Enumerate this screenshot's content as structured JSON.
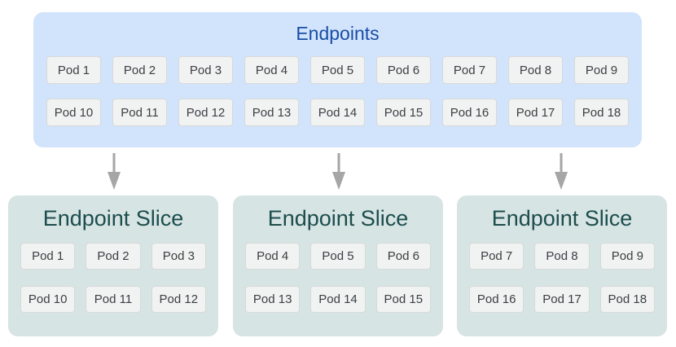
{
  "colors": {
    "page_bg": "#ffffff",
    "endpoints_bg": "#d2e3fc",
    "endpoints_title": "#174ea6",
    "slice_bg": "#d6e4e3",
    "slice_title": "#1d4d4d",
    "pod_bg": "#f1f2f2",
    "pod_border": "#d7d9d9",
    "pod_text": "#3c4043",
    "arrow": "#a6a6a6"
  },
  "endpoints": {
    "title": "Endpoints",
    "pods": [
      "Pod 1",
      "Pod 2",
      "Pod 3",
      "Pod 4",
      "Pod 5",
      "Pod 6",
      "Pod 7",
      "Pod 8",
      "Pod 9",
      "Pod 10",
      "Pod 11",
      "Pod 12",
      "Pod 13",
      "Pod 14",
      "Pod 15",
      "Pod 16",
      "Pod 17",
      "Pod 18"
    ]
  },
  "arrows": {
    "count": 3,
    "direction": "down"
  },
  "slices": [
    {
      "title": "Endpoint Slice",
      "pods": [
        "Pod 1",
        "Pod 2",
        "Pod 3",
        "Pod 10",
        "Pod 11",
        "Pod 12"
      ]
    },
    {
      "title": "Endpoint Slice",
      "pods": [
        "Pod 4",
        "Pod 5",
        "Pod 6",
        "Pod 13",
        "Pod 14",
        "Pod 15"
      ]
    },
    {
      "title": "Endpoint Slice",
      "pods": [
        "Pod 7",
        "Pod 8",
        "Pod 9",
        "Pod 16",
        "Pod 17",
        "Pod 18"
      ]
    }
  ]
}
